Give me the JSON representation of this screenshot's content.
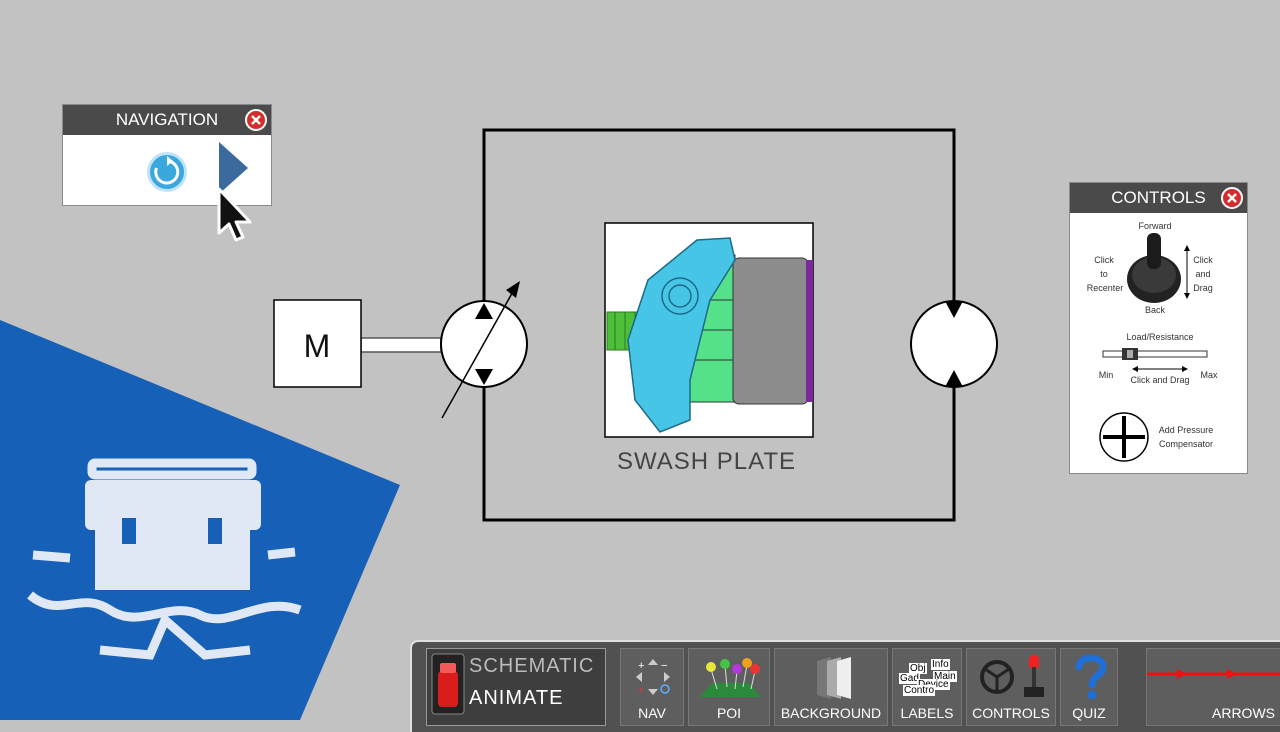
{
  "navigation": {
    "title": "NAVIGATION"
  },
  "diagram": {
    "motor_label": "M",
    "swash_label": "SWASH PLATE"
  },
  "controls": {
    "title": "CONTROLS",
    "forward": "Forward",
    "back": "Back",
    "click_to": "Click",
    "to": "to",
    "recenter": "Recenter",
    "click": "Click",
    "and": "and",
    "drag": "Drag",
    "load_label": "Load/Resistance",
    "min": "Min",
    "max": "Max",
    "click_and_drag": "Click and Drag",
    "add_pressure": "Add Pressure",
    "compensator": "Compensator"
  },
  "toolbar": {
    "schematic": "SCHEMATIC",
    "animate": "ANIMATE",
    "nav": "NAV",
    "poi": "POI",
    "background": "BACKGROUND",
    "labels": "LABELS",
    "controls": "CONTROLS",
    "quiz": "QUIZ",
    "arrows": "ARROWS",
    "label_icon_words": [
      "Obj",
      "Info",
      "Gad",
      "Main",
      "Device",
      "Contro"
    ]
  },
  "colors": {
    "accent_blue": "#1760b8",
    "close_red": "#d42b2b",
    "toolbar_bg": "#515151"
  }
}
